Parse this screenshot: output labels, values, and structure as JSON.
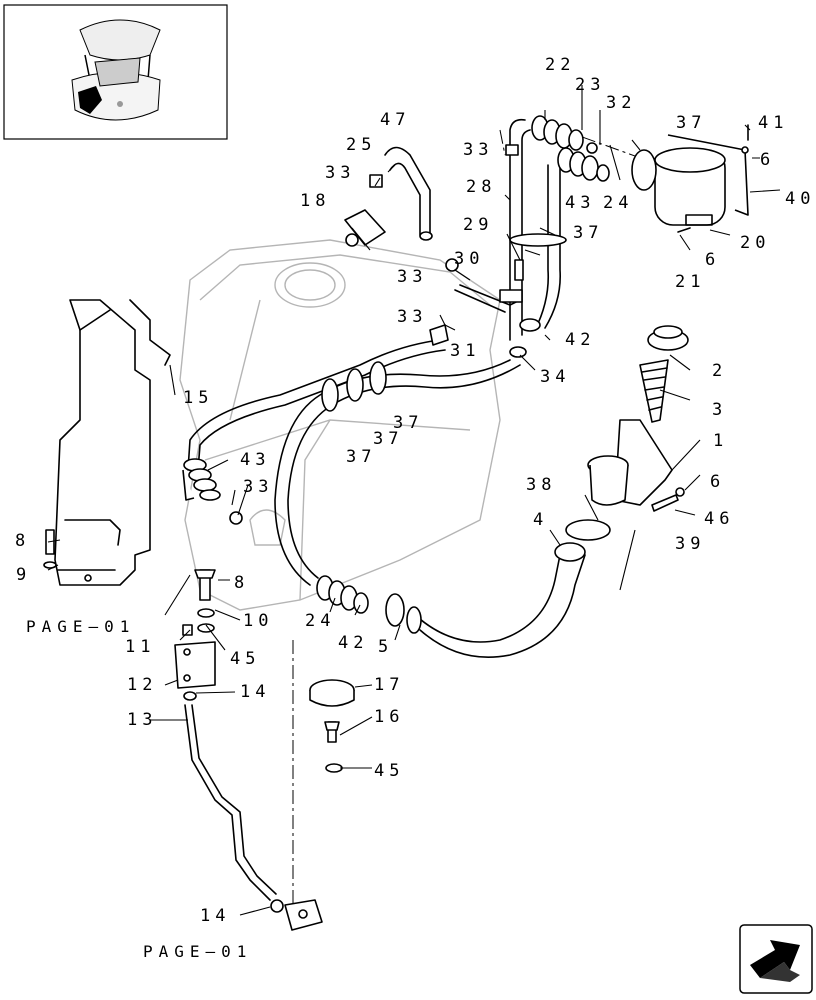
{
  "callouts": {
    "c1": "1",
    "c2": "2",
    "c3": "3",
    "c4": "4",
    "c5": "5",
    "c6a": "6",
    "c6b": "6",
    "c6c": "6",
    "c8a": "8",
    "c8b": "8",
    "c9": "9",
    "c10": "10",
    "c11": "11",
    "c12": "12",
    "c13": "13",
    "c14a": "14",
    "c14b": "14",
    "c15": "15",
    "c16": "16",
    "c17": "17",
    "c18": "18",
    "c20": "20",
    "c21": "21",
    "c22": "22",
    "c23": "23",
    "c24a": "24",
    "c24b": "24",
    "c25": "25",
    "c28": "28",
    "c29": "29",
    "c30": "30",
    "c31": "31",
    "c32": "32",
    "c33a": "33",
    "c33b": "33",
    "c33c": "33",
    "c33d": "33",
    "c33e": "33",
    "c34": "34",
    "c37a": "37",
    "c37b": "37",
    "c37c": "37",
    "c37d": "37",
    "c37e": "37",
    "c38": "38",
    "c39": "39",
    "c40": "40",
    "c41": "41",
    "c42a": "42",
    "c42b": "42",
    "c43a": "43",
    "c43b": "43",
    "c45a": "45",
    "c45b": "45",
    "c46": "46",
    "c47": "47"
  },
  "page_refs": {
    "top": "PAGE—01",
    "bottom": "PAGE—01"
  },
  "icons": {
    "thumbnail": "machine-thumbnail-icon",
    "nav": "navigation-arrow-icon"
  }
}
